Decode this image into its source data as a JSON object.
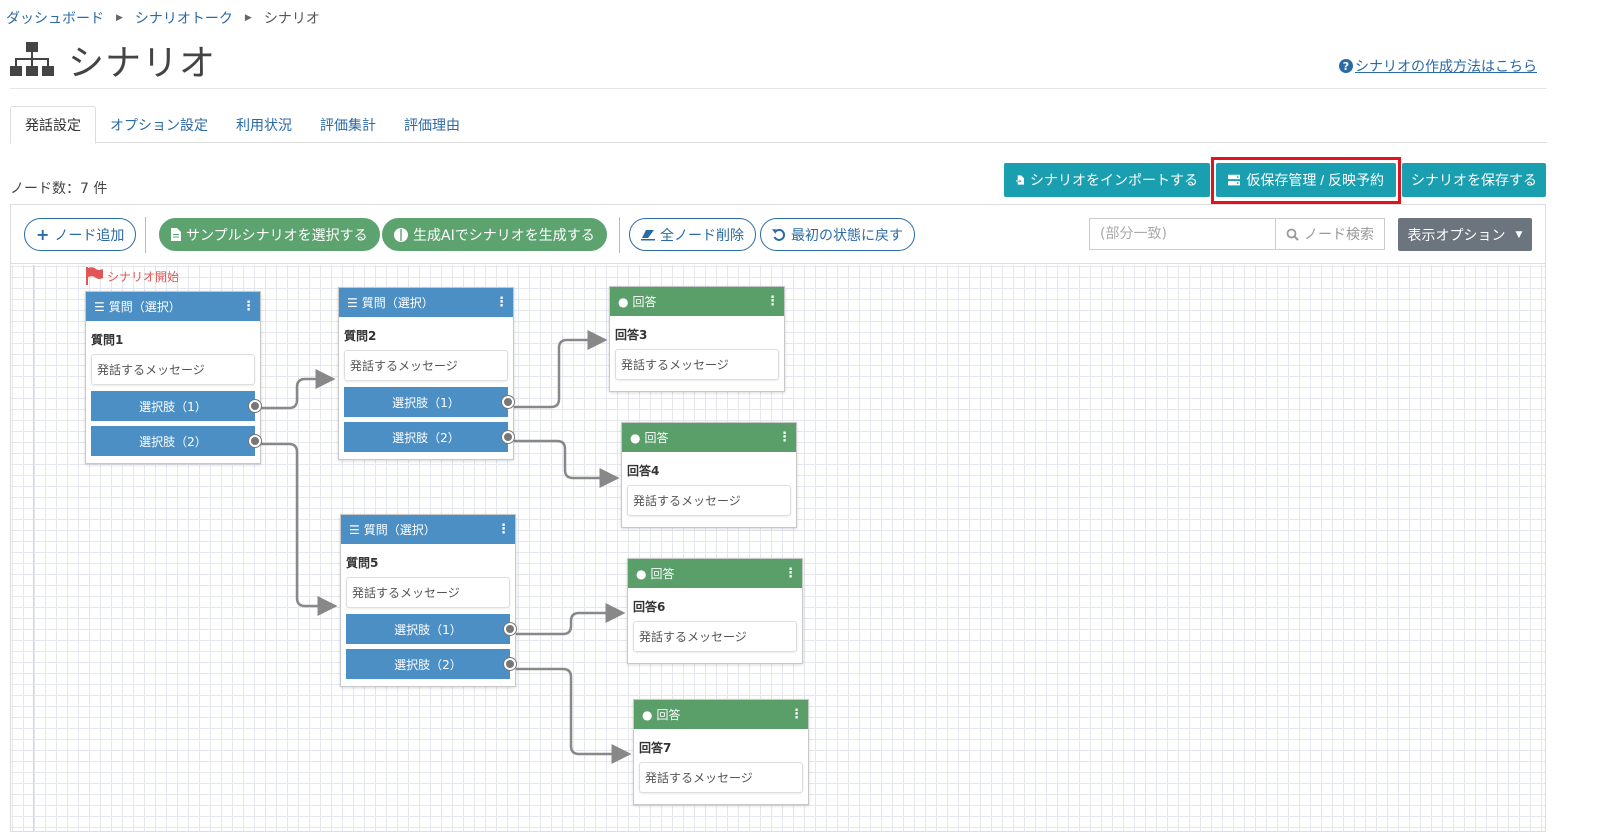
{
  "breadcrumb": {
    "items": [
      "ダッシュボード",
      "シナリオトーク"
    ],
    "current": "シナリオ"
  },
  "page": {
    "title": "シナリオ",
    "help_link": "シナリオの作成方法はこちら"
  },
  "tabs": [
    {
      "label": "発話設定",
      "active": true
    },
    {
      "label": "オプション設定",
      "active": false
    },
    {
      "label": "利用状況",
      "active": false
    },
    {
      "label": "評価集計",
      "active": false
    },
    {
      "label": "評価理由",
      "active": false
    }
  ],
  "node_count": "ノード数：7 件",
  "top_buttons": {
    "import": "シナリオをインポートする",
    "temp_save": "仮保存管理 / 反映予約",
    "save": "シナリオを保存する"
  },
  "toolbar": {
    "add_node": "ノード追加",
    "sample": "サンプルシナリオを選択する",
    "ai_generate": "生成AIでシナリオを生成する",
    "delete_all": "全ノード削除",
    "reset": "最初の状態に戻す",
    "search_placeholder": "(部分一致)",
    "search_button": "ノード検索",
    "display_options": "表示オプション"
  },
  "canvas": {
    "start_label": "シナリオ開始",
    "nodes": [
      {
        "type": "question",
        "header": "質問（選択）",
        "name": "質問1",
        "message": "発話するメッセージ",
        "choices": [
          "選択肢（1）",
          "選択肢（2）"
        ]
      },
      {
        "type": "question",
        "header": "質問（選択）",
        "name": "質問2",
        "message": "発話するメッセージ",
        "choices": [
          "選択肢（1）",
          "選択肢（2）"
        ]
      },
      {
        "type": "question",
        "header": "質問（選択）",
        "name": "質問5",
        "message": "発話するメッセージ",
        "choices": [
          "選択肢（1）",
          "選択肢（2）"
        ]
      },
      {
        "type": "answer",
        "header": "回答",
        "name": "回答3",
        "message": "発話するメッセージ"
      },
      {
        "type": "answer",
        "header": "回答",
        "name": "回答4",
        "message": "発話するメッセージ"
      },
      {
        "type": "answer",
        "header": "回答",
        "name": "回答6",
        "message": "発話するメッセージ"
      },
      {
        "type": "answer",
        "header": "回答",
        "name": "回答7",
        "message": "発話するメッセージ"
      }
    ]
  },
  "colors": {
    "primary": "#1a9fb1",
    "question_header": "#4c8fc5",
    "answer_header": "#5a9e6a",
    "green_button": "#5da370",
    "highlight": "#e0141e"
  }
}
